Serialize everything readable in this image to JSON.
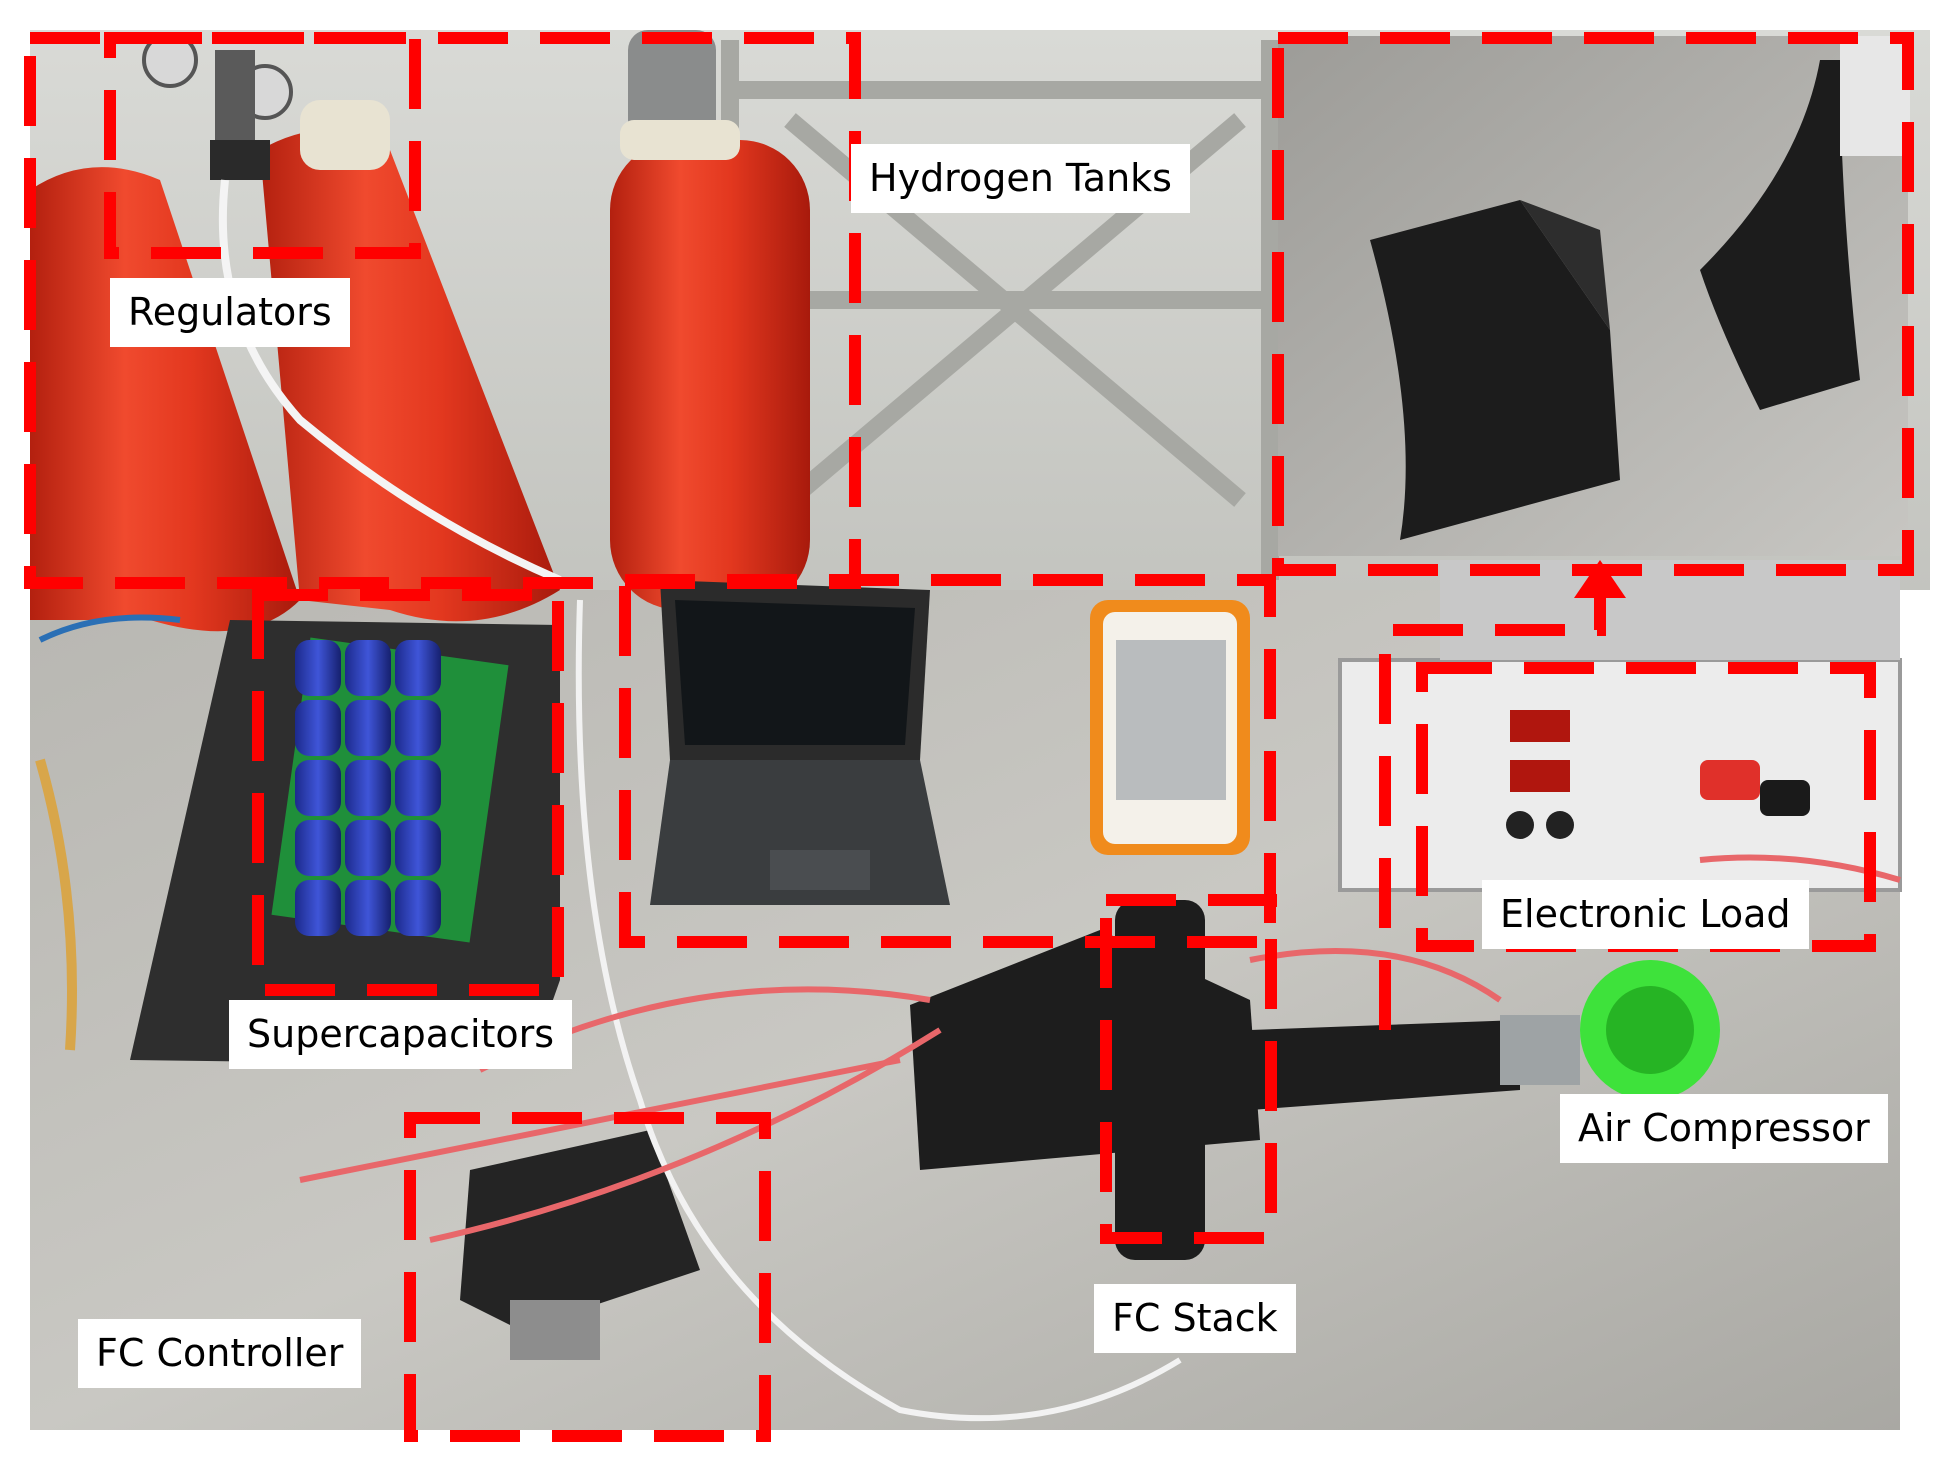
{
  "photo": {
    "description_free": true,
    "accent_color": "#ff0000",
    "tank_color": "#e8321f",
    "label_background": "#ffffff"
  },
  "labels": {
    "regulators": "Regulators",
    "hydrogen_tanks": "Hydrogen Tanks",
    "supercapacitors": "Supercapacitors",
    "electronic_load": "Electronic Load",
    "air_compressor": "Air Compressor",
    "fc_stack": "FC Stack",
    "fc_controller": "FC Controller"
  }
}
